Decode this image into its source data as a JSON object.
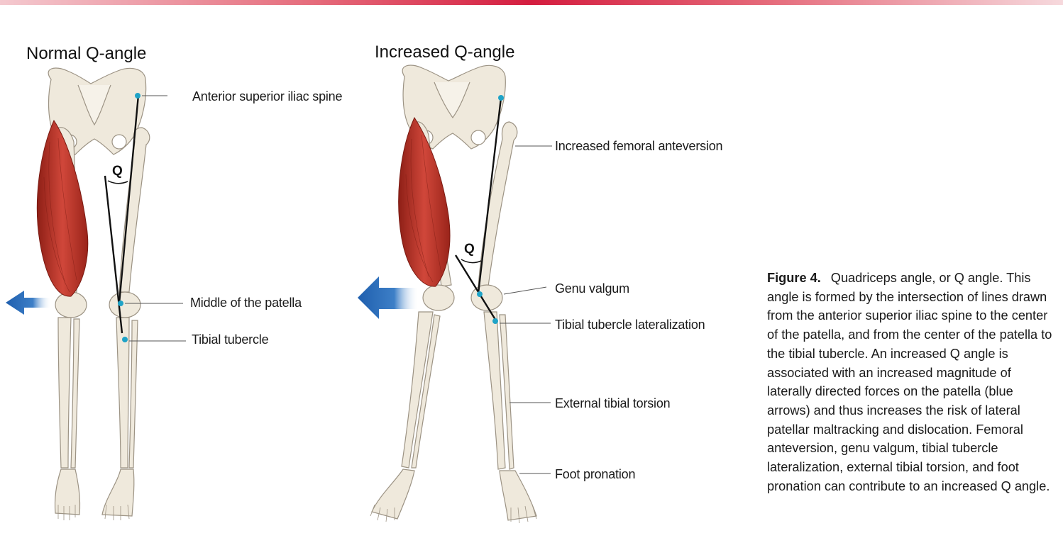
{
  "panels": {
    "normal": {
      "title": "Normal Q-angle",
      "q_symbol": "Q"
    },
    "increased": {
      "title": "Increased Q-angle",
      "q_symbol": "Q"
    }
  },
  "labels": {
    "normal": [
      {
        "key": "asis",
        "text": "Anterior superior iliac spine"
      },
      {
        "key": "patella",
        "text": "Middle of the patella"
      },
      {
        "key": "tubercle",
        "text": "Tibial tubercle"
      }
    ],
    "increased": [
      {
        "key": "anteversion",
        "text": "Increased femoral anteversion"
      },
      {
        "key": "valgum",
        "text": "Genu valgum"
      },
      {
        "key": "lateralization",
        "text": "Tibial tubercle lateralization"
      },
      {
        "key": "torsion",
        "text": "External tibial torsion"
      },
      {
        "key": "pronation",
        "text": "Foot pronation"
      }
    ]
  },
  "caption": {
    "figure_label": "Figure 4.",
    "text": "Quadriceps angle, or Q angle. This angle is formed by the intersection of lines drawn from the anterior superior iliac spine to the center of the patella, and from the center of the patella to the tibial tubercle. An increased Q angle is associated with an increased magnitude of laterally directed forces on the patella (blue arrows) and thus increases the risk of lateral patellar maltracking and dislocation. Femoral anteversion, genu valgum, tibial tubercle lateralization, external tibial torsion, and foot pronation can contribute to an increased Q angle."
  },
  "colors": {
    "accent_bar": "#d41d3f",
    "bone": "#efe9dc",
    "bone_outline": "#9c9384",
    "muscle": "#c0392b",
    "landmark_dot": "#1fa3c7",
    "arrow": "#1f5fae",
    "leader_line": "#555555"
  }
}
